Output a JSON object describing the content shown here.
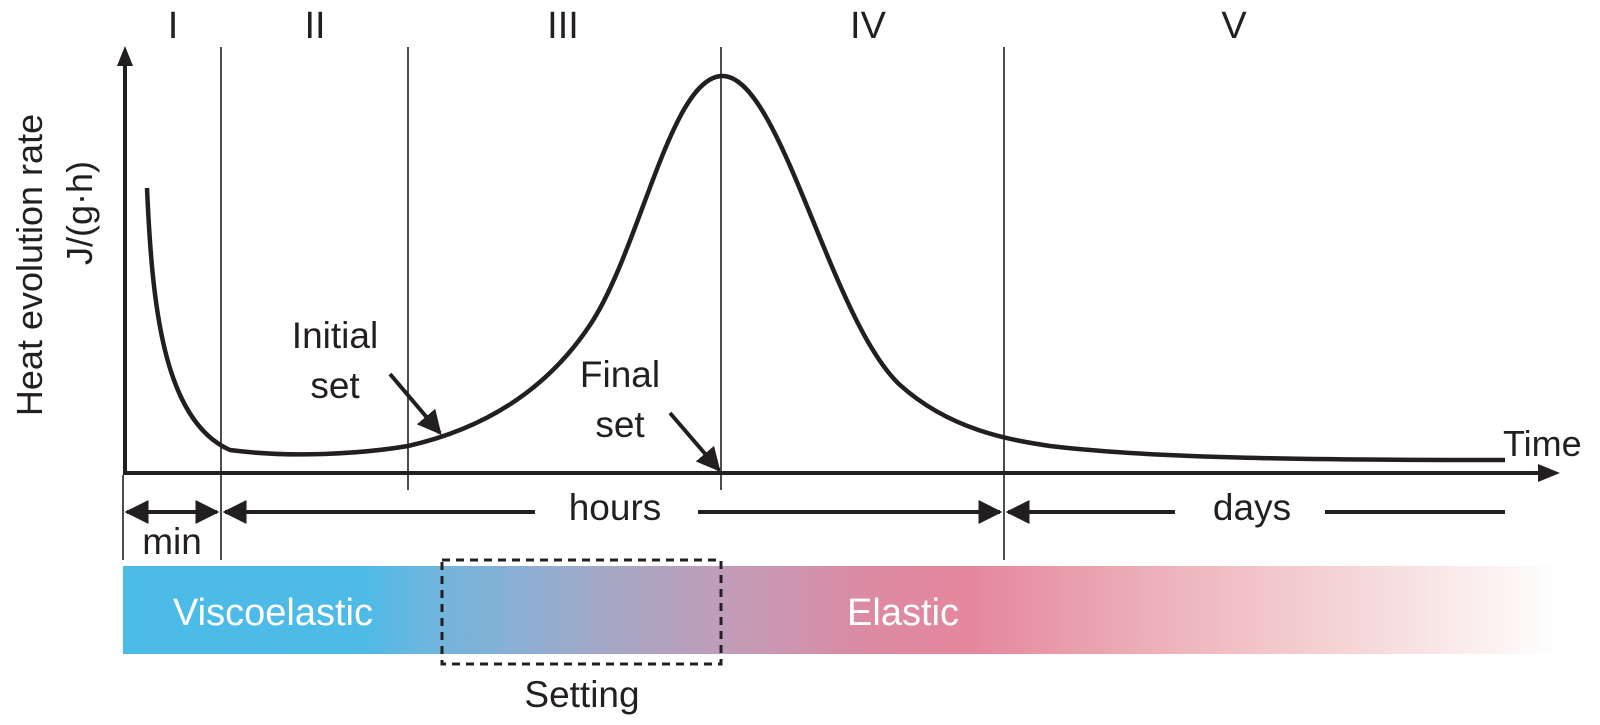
{
  "stages": [
    "I",
    "II",
    "III",
    "IV",
    "V"
  ],
  "axes": {
    "y_label_line1": "Heat evolution rate",
    "y_label_line2": "J/(g·h)",
    "x_label": "Time"
  },
  "annotations": {
    "initial_set_line1": "Initial",
    "initial_set_line2": "set",
    "final_set_line1": "Final",
    "final_set_line2": "set"
  },
  "time_scales": {
    "min": "min",
    "hours": "hours",
    "days": "days"
  },
  "band": {
    "viscoelastic": "Viscoelastic",
    "elastic": "Elastic",
    "setting": "Setting",
    "colors": {
      "viscoelastic": "#4bbbe8",
      "transition": "#a0a8c8",
      "elastic": "#e4879d",
      "fade": "#ffffff"
    }
  },
  "colors": {
    "line": "#231f20"
  }
}
